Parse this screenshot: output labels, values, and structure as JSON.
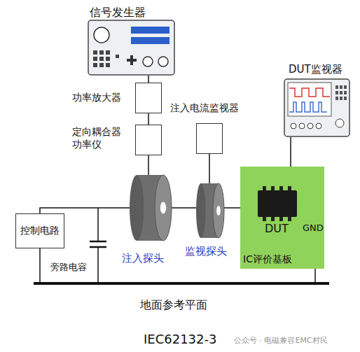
{
  "diagram": {
    "caption": "IEC62132-3",
    "nodes": [
      {
        "text": [
          "信号发生器"
        ]
      },
      {
        "text": [
          "功率放大器"
        ]
      },
      {
        "text": [
          "定向耦合器 功率仪"
        ]
      },
      {
        "text": [
          "注入电流监视器"
        ]
      },
      {
        "text": [
          "DUT监视器"
        ]
      },
      {
        "text": [
          "控制电路"
        ]
      },
      {
        "text": [
          "注入探头"
        ]
      },
      {
        "text": [
          "监视探头"
        ]
      },
      {
        "text": [
          "IC评价基板"
        ]
      },
      {
        "text": [
          "DUT"
        ],
        "in": 8
      }
    ],
    "edges": [
      {
        "from": 0,
        "to": 1,
        "arrow": "none"
      },
      {
        "from": 1,
        "to": 2,
        "arrow": "none"
      },
      {
        "from": 2,
        "to": 6,
        "arrow": "none"
      },
      {
        "from": 3,
        "to": 7,
        "arrow": "none"
      },
      {
        "from": 4,
        "to": 9,
        "arrow": "none"
      },
      {
        "from": 5,
        "to": 6,
        "arrow": "none"
      },
      {
        "from": 6,
        "to": 7,
        "arrow": "none"
      },
      {
        "from": 7,
        "to": 9,
        "arrow": "none"
      }
    ],
    "labels": [
      "旁路电容",
      "地面参考平面",
      "GND",
      "公众号 · 电磁兼容EMC村民"
    ]
  }
}
